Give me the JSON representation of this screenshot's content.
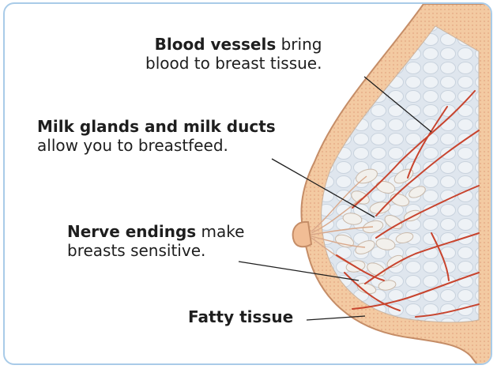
{
  "labels": {
    "blood_vessels": {
      "bold": "Blood vessels",
      "rest": " bring",
      "line2": "blood to breast tissue."
    },
    "milk_glands": {
      "bold": "Milk glands and milk ducts",
      "line2": "allow you to breastfeed."
    },
    "nerve_endings": {
      "bold": "Nerve endings",
      "rest": " make",
      "line2": "breasts sensitive."
    },
    "fatty_tissue": {
      "bold": "Fatty tissue"
    }
  },
  "colors": {
    "frame_border": "#a9cbe8",
    "skin": "#f3caa2",
    "skin_outline": "#c58d67",
    "fat_tissue": "#dfe6ee",
    "vessels": "#c8442e",
    "glands": "#f2f0ec"
  }
}
